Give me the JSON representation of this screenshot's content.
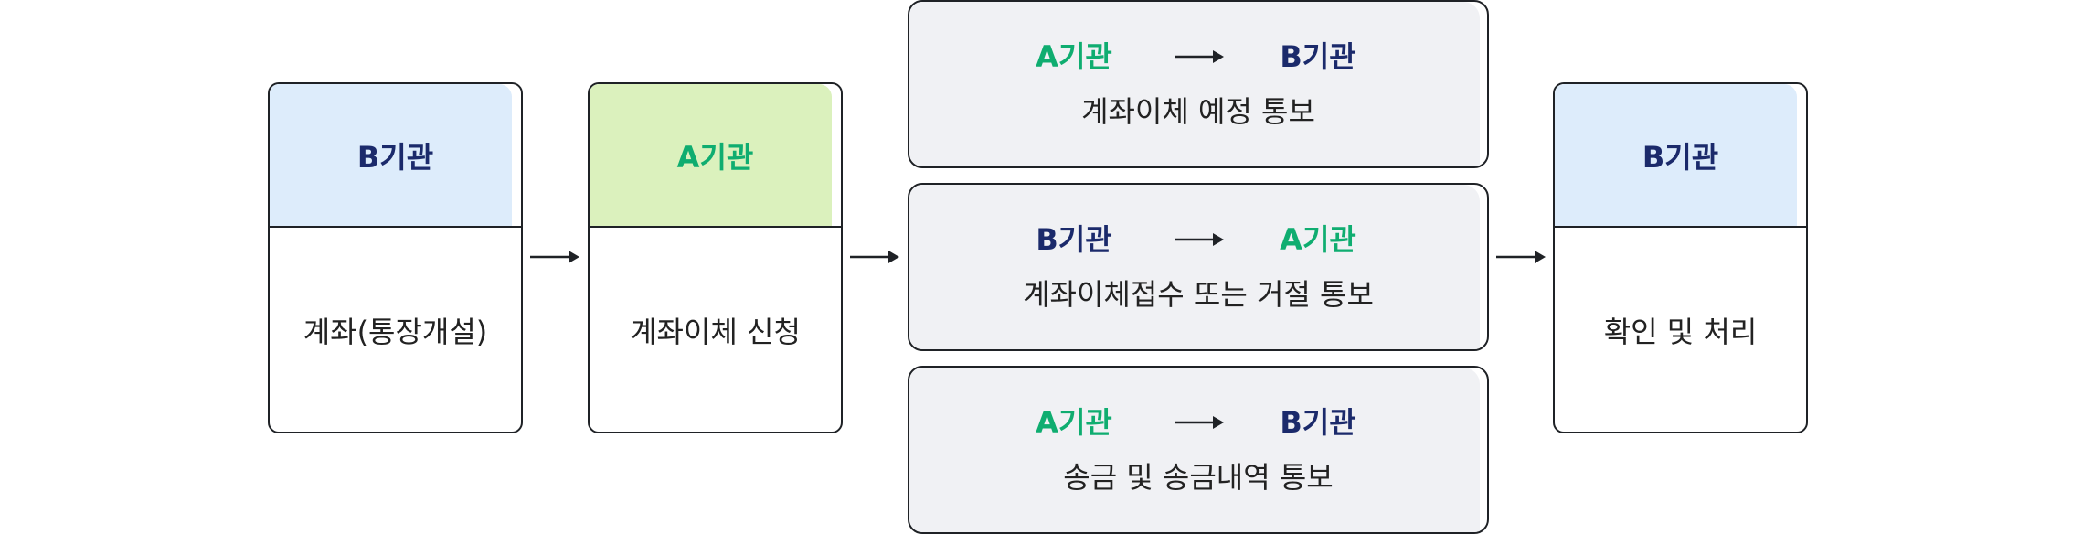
{
  "colors": {
    "org_a": "#0fad70",
    "org_b": "#1b2a6b",
    "header_b_fill": "#ddecfb",
    "header_a_fill": "#dbf1bd",
    "notice_fill": "#f0f1f4",
    "border": "#1f2226"
  },
  "steps": [
    {
      "org": "B기관",
      "task": "계좌(통장개설)"
    },
    {
      "org": "A기관",
      "task": "계좌이체 신청"
    },
    {
      "org": "B기관",
      "task": "확인 및 처리"
    }
  ],
  "notices": [
    {
      "from": "A기관",
      "to": "B기관",
      "desc": "계좌이체 예정 통보"
    },
    {
      "from": "B기관",
      "to": "A기관",
      "desc": "계좌이체접수 또는 거절 통보"
    },
    {
      "from": "A기관",
      "to": "B기관",
      "desc": "송금 및 송금내역 통보"
    }
  ]
}
